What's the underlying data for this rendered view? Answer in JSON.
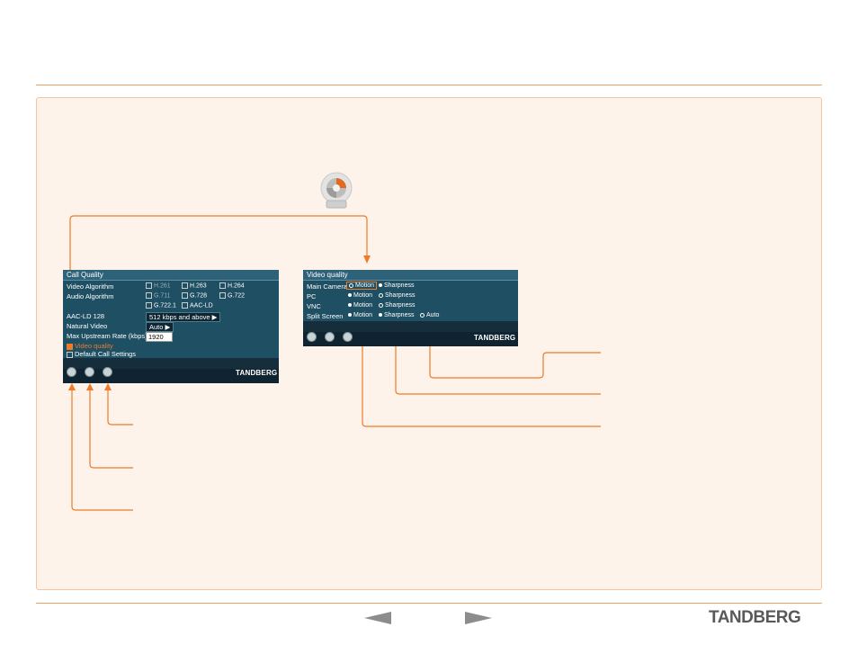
{
  "brand": "TANDBERG",
  "call_quality_panel": {
    "title": "Call Quality",
    "video_algorithm": {
      "label": "Video Algorithm",
      "options": [
        "H.261",
        "H.263",
        "H.264"
      ]
    },
    "audio_algorithm": {
      "label": "Audio Algorithm",
      "options_row1": [
        "G.711",
        "G.728",
        "G.722"
      ],
      "options_row2": [
        "G.722.1",
        "AAC-LD"
      ]
    },
    "aac_ld": {
      "label": "AAC-LD 128",
      "value": "512 kbps and above"
    },
    "natural_video": {
      "label": "Natural Video",
      "value": "Auto"
    },
    "max_upstream": {
      "label": "Max Upstream Rate (kbps)",
      "value": "1920"
    },
    "video_quality_link": "Video quality",
    "default_settings_link": "Default Call Settings"
  },
  "video_quality_panel": {
    "title": "Video quality",
    "rows": [
      {
        "label": "Main Camera",
        "opt1": "Motion",
        "opt2": "Sharpness"
      },
      {
        "label": "PC",
        "opt1": "Motion",
        "opt2": "Sharpness"
      },
      {
        "label": "VNC",
        "opt1": "Motion",
        "opt2": "Sharpness"
      },
      {
        "label": "Split Screen",
        "opt1": "Motion",
        "opt2": "Sharpness",
        "opt3": "Auto"
      }
    ]
  },
  "colors": {
    "accent": "#f07a28",
    "panel_bg": "#1f4f63",
    "panel_bar": "#0f2430"
  },
  "icons": [
    "save-icon",
    "tools-icon",
    "close-icon",
    "prev-page-icon",
    "next-page-icon",
    "remote-control-icon"
  ]
}
